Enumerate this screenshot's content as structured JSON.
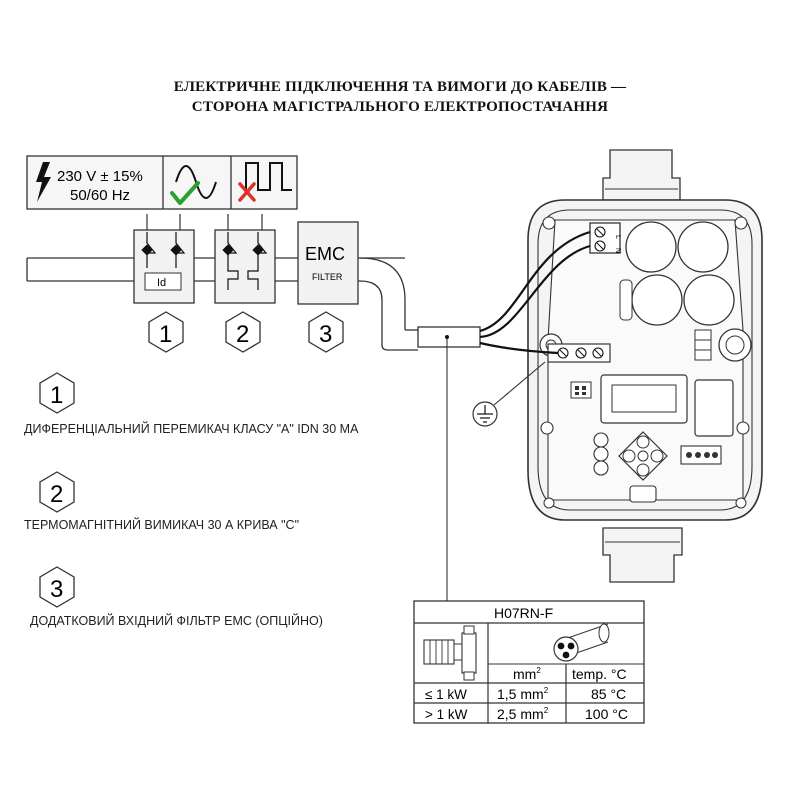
{
  "title": {
    "line1": "ЕЛЕКТРИЧНЕ ПІДКЛЮЧЕННЯ ТА ВИМОГИ ДО КАБЕЛІВ —",
    "line2": "СТОРОНА МАГІСТРАЛЬНОГО ЕЛЕКТРОПОСТАЧАННЯ"
  },
  "supply": {
    "voltage": "230 V ± 15%",
    "frequency": "50/60 Hz"
  },
  "devices": {
    "breaker_label": "Id",
    "emc_label": "EMC",
    "emc_sublabel": "FILTER"
  },
  "markers": [
    "1",
    "2",
    "3"
  ],
  "legend": [
    {
      "number": "1",
      "text": "ДИФЕРЕНЦІАЛЬНИЙ ПЕРЕМИКАЧ КЛАСУ \"А\" IDN 30 МА"
    },
    {
      "number": "2",
      "text": "ТЕРМОМАГНІТНИЙ ВИМИКАЧ 30 А КРИВА \"С\""
    },
    {
      "number": "3",
      "text": "ДОДАТКОВИЙ ВХІДНИЙ ФІЛЬТР ЕМС (ОПЦІЙНО)"
    }
  ],
  "terminals": {
    "l": "L",
    "n": "N"
  },
  "cable_table": {
    "cable_type": "H07RN-F",
    "col_section": "mm",
    "col_section_sup": "2",
    "col_temp": "temp. °C",
    "rows": [
      {
        "power": "≤ 1 kW",
        "section": "1,5 mm",
        "sup": "2",
        "temp": "85 °C"
      },
      {
        "power": "> 1 kW",
        "section": "2,5 mm",
        "sup": "2",
        "temp": "100 °C"
      }
    ]
  },
  "colors": {
    "ok": "#2aa12a",
    "no": "#d9342b",
    "line": "#222222",
    "device_body": "#f2f2f2"
  }
}
